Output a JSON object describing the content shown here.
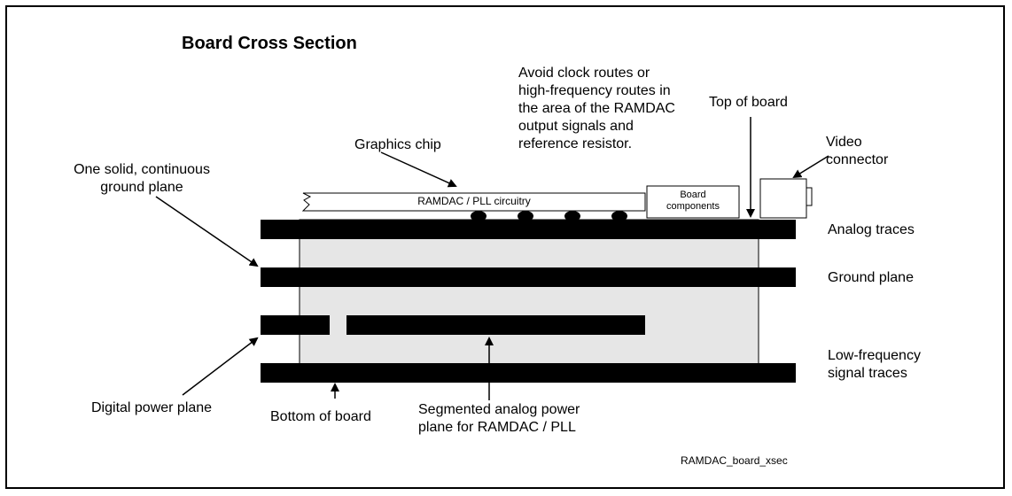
{
  "title": "Board Cross Section",
  "avoid_note": "Avoid clock routes or\nhigh-frequency routes in\nthe area of the RAMDAC\noutput signals and\nreference resistor.",
  "top_of_board": "Top of board",
  "video_connector": "Video\nconnector",
  "graphics_chip": "Graphics chip",
  "ground_note": "One solid, continuous\nground plane",
  "chip_inner": "RAMDAC / PLL circuitry",
  "board_components": "Board\ncomponents",
  "layers": {
    "analog_traces": "Analog traces",
    "ground_plane": "Ground plane",
    "low_freq": "Low-frequency\nsignal traces"
  },
  "digital_power": "Digital power plane",
  "bottom_of_board": "Bottom of board",
  "segmented": "Segmented analog power\nplane for RAMDAC / PLL",
  "figure_id": "RAMDAC_board_xsec"
}
